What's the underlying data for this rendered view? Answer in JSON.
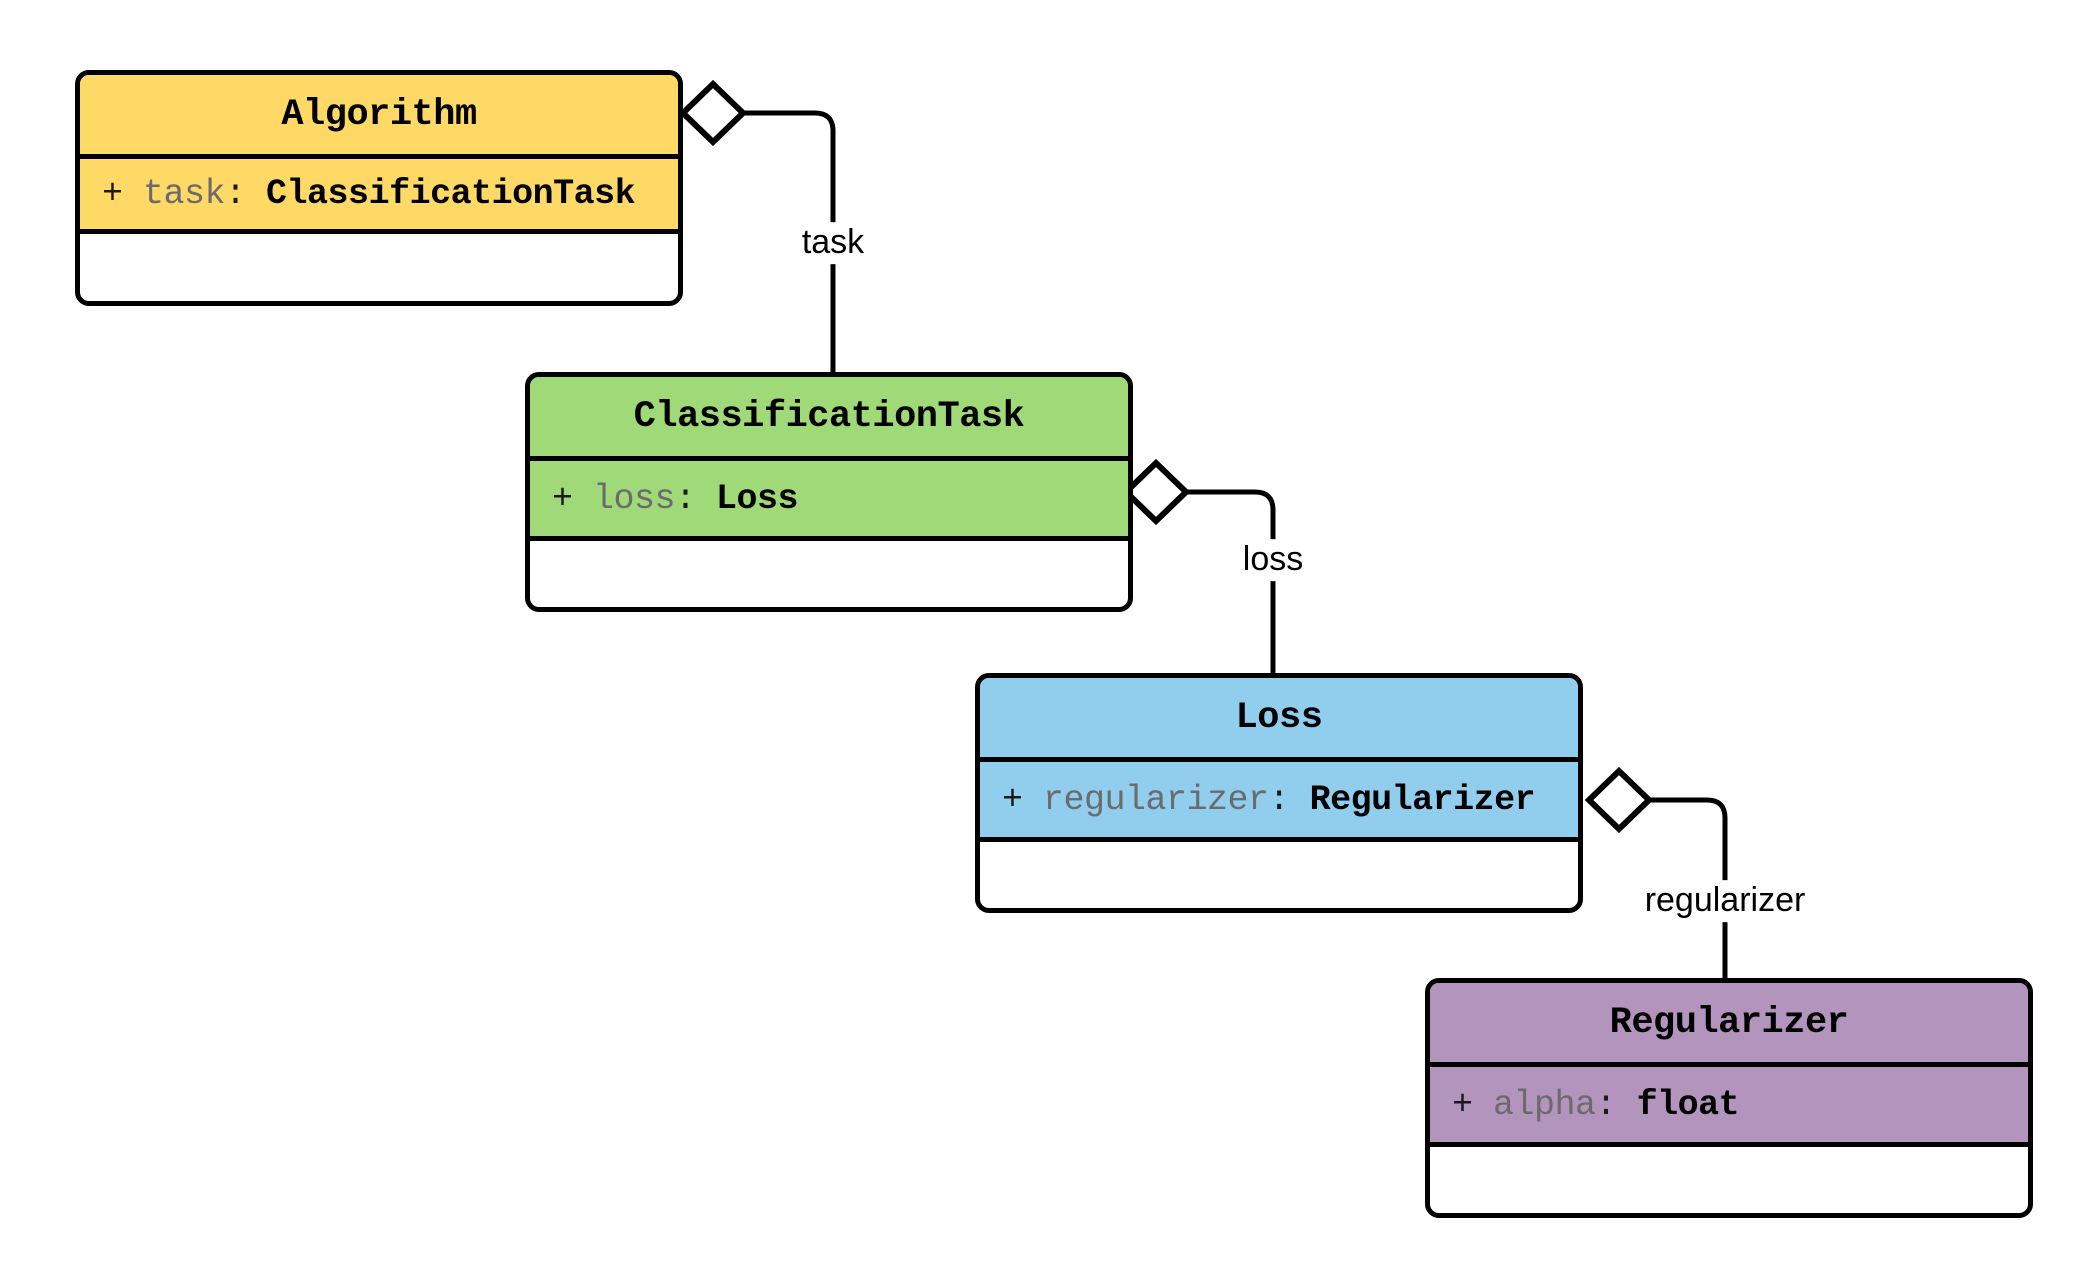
{
  "diagram": {
    "title": "UML class diagram",
    "kind": "uml-class-diagram",
    "background_color": "#ffffff",
    "line_color": "#000000",
    "classes": [
      {
        "id": "algorithm",
        "name": "Algorithm",
        "fill_color": "#FFD966",
        "attributes": [
          {
            "visibility": "+",
            "name": "task",
            "separator": ":",
            "type": "ClassificationTask"
          }
        ],
        "methods": []
      },
      {
        "id": "classification_task",
        "name": "ClassificationTask",
        "fill_color": "#A0D977",
        "attributes": [
          {
            "visibility": "+",
            "name": "loss",
            "separator": ":",
            "type": "Loss"
          }
        ],
        "methods": []
      },
      {
        "id": "loss",
        "name": "Loss",
        "fill_color": "#91CDED",
        "attributes": [
          {
            "visibility": "+",
            "name": "regularizer",
            "separator": ":",
            "type": "Regularizer"
          }
        ],
        "methods": []
      },
      {
        "id": "regularizer",
        "name": "Regularizer",
        "fill_color": "#B294BD",
        "attributes": [
          {
            "visibility": "+",
            "name": "alpha",
            "separator": ":",
            "type": "float"
          }
        ],
        "methods": []
      }
    ],
    "relations": [
      {
        "id": "rel-task",
        "type": "aggregation",
        "label": "task",
        "from": "algorithm",
        "to": "classification_task"
      },
      {
        "id": "rel-loss",
        "type": "aggregation",
        "label": "loss",
        "from": "classification_task",
        "to": "loss"
      },
      {
        "id": "rel-regularizer",
        "type": "aggregation",
        "label": "regularizer",
        "from": "loss",
        "to": "regularizer"
      }
    ]
  }
}
